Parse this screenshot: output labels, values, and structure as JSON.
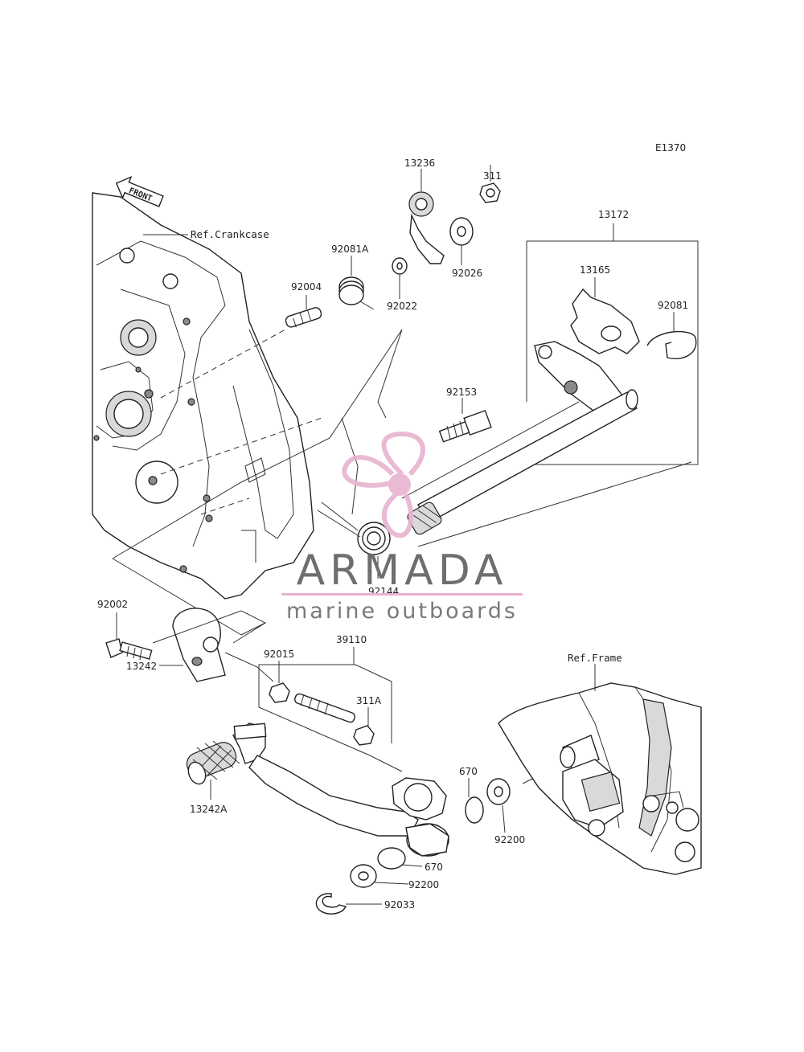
{
  "diagram_code": "E1370",
  "front_arrow": "FRONT",
  "refs": {
    "crankcase": "Ref.Crankcase",
    "frame": "Ref.Frame"
  },
  "parts": [
    {
      "id": "p13236",
      "label": "13236"
    },
    {
      "id": "p311",
      "label": "311"
    },
    {
      "id": "p13172",
      "label": "13172"
    },
    {
      "id": "p92081A",
      "label": "92081A"
    },
    {
      "id": "p92004",
      "label": "92004"
    },
    {
      "id": "p92022",
      "label": "92022"
    },
    {
      "id": "p92026",
      "label": "92026"
    },
    {
      "id": "p13165",
      "label": "13165"
    },
    {
      "id": "p92081",
      "label": "92081"
    },
    {
      "id": "p92153",
      "label": "92153"
    },
    {
      "id": "p92144",
      "label": "92144"
    },
    {
      "id": "p92002",
      "label": "92002"
    },
    {
      "id": "p13242",
      "label": "13242"
    },
    {
      "id": "p92015",
      "label": "92015"
    },
    {
      "id": "p39110",
      "label": "39110"
    },
    {
      "id": "p311A",
      "label": "311A"
    },
    {
      "id": "p13242A",
      "label": "13242A"
    },
    {
      "id": "p670a",
      "label": "670"
    },
    {
      "id": "p92200a",
      "label": "92200"
    },
    {
      "id": "p670b",
      "label": "670"
    },
    {
      "id": "p92200b",
      "label": "92200"
    },
    {
      "id": "p92033",
      "label": "92033"
    }
  ],
  "watermark": {
    "brand": "ARMADA",
    "tagline": "marine outboards",
    "accent": "#e8b3d0"
  }
}
